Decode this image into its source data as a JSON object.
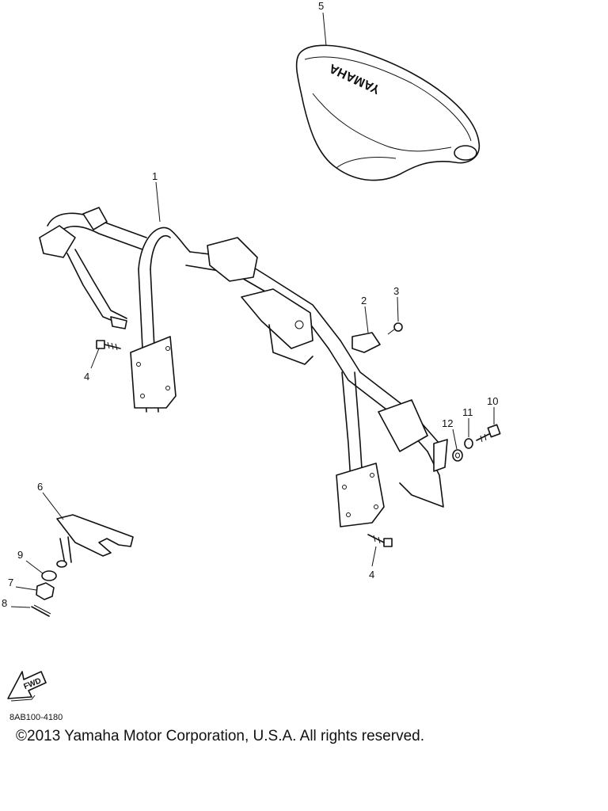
{
  "callouts": {
    "c1": "1",
    "c2": "2",
    "c3": "3",
    "c4a": "4",
    "c4b": "4",
    "c5": "5",
    "c6": "6",
    "c7": "7",
    "c8": "8",
    "c9": "9",
    "c10": "10",
    "c11": "11",
    "c12": "12"
  },
  "seat_text": "YAMAHA",
  "fwd_label": "FWD",
  "part_code": "8AB100-4180",
  "copyright": "©2013 Yamaha Motor Corporation, U.S.A. All rights reserved."
}
